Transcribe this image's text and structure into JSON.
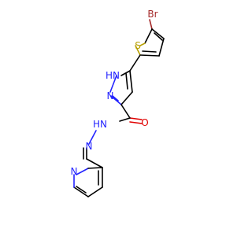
{
  "molecule": {
    "atoms": {
      "br": {
        "text": "Br",
        "color": "#a52a2a"
      },
      "s": {
        "text": "S",
        "color": "#b8a000"
      },
      "nh": {
        "text": "HN",
        "color": "#2424ff"
      },
      "n_pyrazole": {
        "text": "N",
        "color": "#2424ff"
      },
      "o": {
        "text": "O",
        "color": "#e00000"
      },
      "nh_hydrazide": {
        "text": "HN",
        "color": "#2424ff"
      },
      "n_imine": {
        "text": "N",
        "color": "#2424ff"
      },
      "n_pyridine": {
        "text": "N",
        "color": "#2424ff"
      }
    }
  }
}
